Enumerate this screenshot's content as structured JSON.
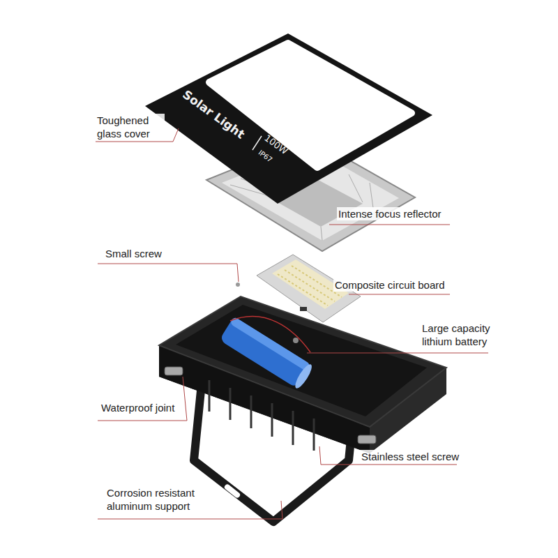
{
  "diagram": {
    "labels": [
      "Toughened glass cover",
      "Solar Light",
      "100W",
      "IP67",
      "Intense focus reflector",
      "Small screw",
      "Composite circuit board",
      "Large capacity lithium battery",
      "Waterproof joint",
      "Stainless steel screw",
      "Corrosion resistant aluminum support"
    ]
  }
}
